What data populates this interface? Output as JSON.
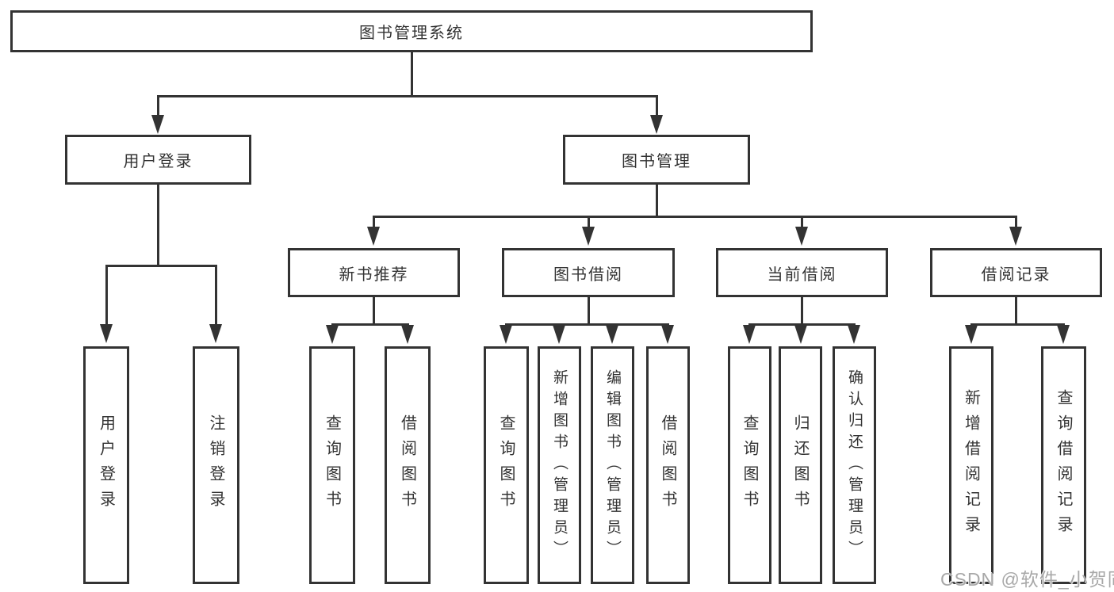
{
  "diagram": {
    "type": "hierarchy-tree",
    "root_label": "图书管理系统",
    "watermark": "CSDN @软件_小贺同学",
    "colors": {
      "line": "#333333",
      "text": "#333333",
      "box_background": "#ffffff",
      "page_background": "#ffffff",
      "watermark": "#a8a8a8"
    },
    "nodes": [
      {
        "id": "root",
        "label": "图书管理系统",
        "parent": null
      },
      {
        "id": "user-login",
        "label": "用户登录",
        "parent": "root"
      },
      {
        "id": "book-mgmt",
        "label": "图书管理",
        "parent": "root"
      },
      {
        "id": "login",
        "label": "用户登录",
        "parent": "user-login"
      },
      {
        "id": "logout",
        "label": "注销登录",
        "parent": "user-login"
      },
      {
        "id": "new-book-rec",
        "label": "新书推荐",
        "parent": "book-mgmt"
      },
      {
        "id": "book-borrow",
        "label": "图书借阅",
        "parent": "book-mgmt"
      },
      {
        "id": "current-borrow",
        "label": "当前借阅",
        "parent": "book-mgmt"
      },
      {
        "id": "borrow-records",
        "label": "借阅记录",
        "parent": "book-mgmt"
      },
      {
        "id": "nbr-query",
        "label": "查询图书",
        "parent": "new-book-rec"
      },
      {
        "id": "nbr-borrow",
        "label": "借阅图书",
        "parent": "new-book-rec"
      },
      {
        "id": "bb-query",
        "label": "查询图书",
        "parent": "book-borrow"
      },
      {
        "id": "bb-add",
        "label": "新增图书（管理员）",
        "parent": "book-borrow"
      },
      {
        "id": "bb-edit",
        "label": "编辑图书（管理员）",
        "parent": "book-borrow"
      },
      {
        "id": "bb-borrow",
        "label": "借阅图书",
        "parent": "book-borrow"
      },
      {
        "id": "cb-query",
        "label": "查询图书",
        "parent": "current-borrow"
      },
      {
        "id": "cb-return",
        "label": "归还图书",
        "parent": "current-borrow"
      },
      {
        "id": "cb-confirm",
        "label": "确认归还（管理员）",
        "parent": "current-borrow"
      },
      {
        "id": "br-add",
        "label": "新增借阅记录",
        "parent": "borrow-records"
      },
      {
        "id": "br-query",
        "label": "查询借阅记录",
        "parent": "borrow-records"
      }
    ]
  }
}
